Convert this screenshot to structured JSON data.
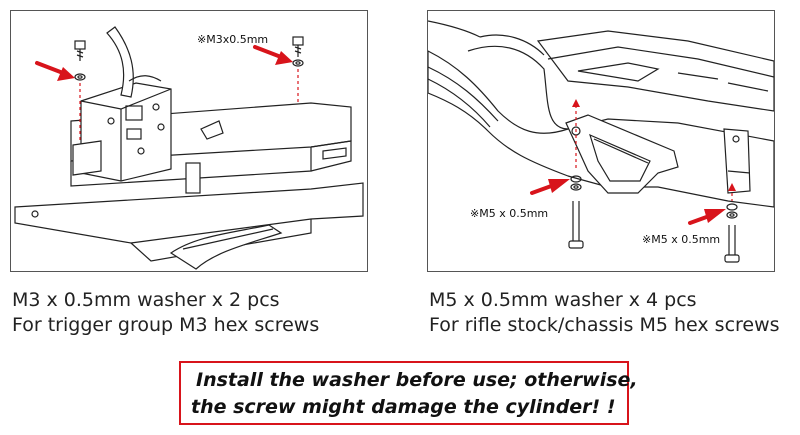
{
  "left_panel": {
    "callout": "※M3x0.5mm",
    "caption_line1": "M3 x 0.5mm washer x 2 pcs",
    "caption_line2": "For trigger group M3 hex screws"
  },
  "right_panel": {
    "callout_left": "※M5 x 0.5mm",
    "callout_right": "※M5 x 0.5mm",
    "caption_line1": "M5 x 0.5mm washer x 4 pcs",
    "caption_line2": "For rifle stock/chassis M5 hex screws"
  },
  "warning": {
    "line1": "Install the washer before use; otherwise,",
    "line2": "the screw might damage the cylinder! !"
  },
  "colors": {
    "arrow": "#d8141b",
    "border": "#d8141b",
    "line": "#222222"
  }
}
